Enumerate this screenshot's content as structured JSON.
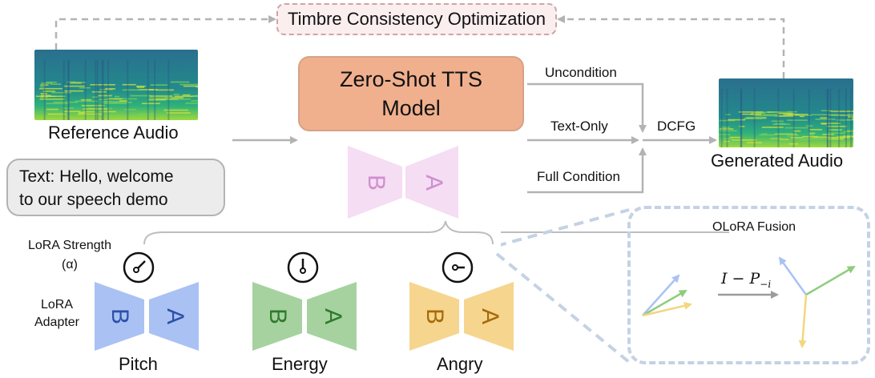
{
  "timbre_optimization": {
    "label": "Timbre Consistency Optimization"
  },
  "tts_model": {
    "line1": "Zero-Shot TTS",
    "line2": "Model"
  },
  "reference_audio": {
    "label": "Reference Audio"
  },
  "text_prompt": {
    "line1": "Text: Hello, welcome",
    "line2": "to our speech demo"
  },
  "conditions": {
    "uncondition": "Uncondition",
    "text_only": "Text-Only",
    "full_condition": "Full Condition",
    "dcfg": "DCFG"
  },
  "generated_audio": {
    "label": "Generated Audio"
  },
  "lora_strength": {
    "line1": "LoRA Strength",
    "line2": "(α)"
  },
  "lora_adapter": {
    "line1": "LoRA",
    "line2": "Adapter"
  },
  "adapters": [
    {
      "name": "Pitch",
      "color": "#a9c2f3",
      "letter_color": "#2d4fa8",
      "letter_b": "B",
      "letter_a": "A"
    },
    {
      "name": "Energy",
      "color": "#a6d2a0",
      "letter_color": "#2f7a2b",
      "letter_b": "B",
      "letter_a": "A"
    },
    {
      "name": "Angry",
      "color": "#f6d58e",
      "letter_color": "#a56b07",
      "letter_b": "B",
      "letter_a": "A"
    }
  ],
  "main_adapter": {
    "color": "#f5ddf3",
    "letter_color": "#cf8fd0",
    "letter_b": "B",
    "letter_a": "A"
  },
  "olora": {
    "title": "OLoRA Fusion",
    "operator": "I − P",
    "operator_sub": "−i"
  },
  "colors": {
    "arrow_gray": "#b3b3b3",
    "dashed_blue": "#c4d2e4",
    "timbre_fill": "#fbeeef",
    "tts_fill": "#f0b08e",
    "vec_blue": "#a9c2f3",
    "vec_green": "#8fcc7e",
    "vec_yellow": "#f3d67f"
  }
}
